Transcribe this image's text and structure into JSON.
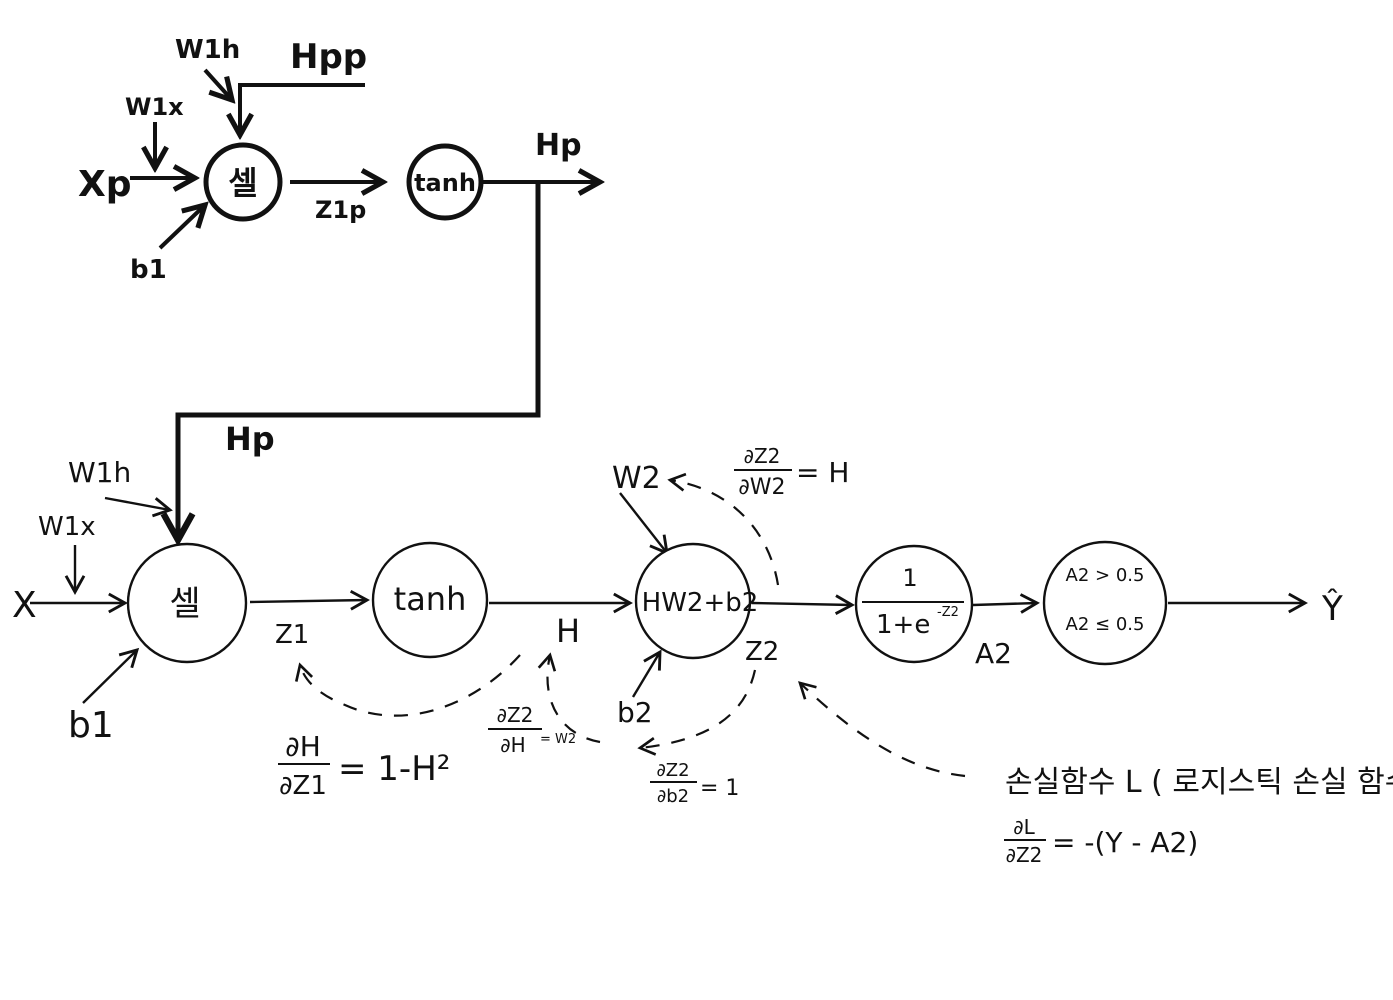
{
  "top_cell": {
    "w1h": "W1h",
    "hpp": "Hpp",
    "w1x": "W1x",
    "xp": "Xp",
    "cell": "셀",
    "b1": "b1",
    "z1p": "Z1p",
    "tanh": "tanh",
    "hp": "Hp"
  },
  "hp_link": "Hp",
  "bottom": {
    "w1h": "W1h",
    "w1x": "W1x",
    "x": "X",
    "b1": "b1",
    "cell": "셀",
    "z1": "Z1",
    "tanh": "tanh",
    "h": "H",
    "w2": "W2",
    "linear": "HW2+b2",
    "b2": "b2",
    "z2": "Z2",
    "sigmoid_num": "1",
    "sigmoid_den": "1+e",
    "sigmoid_exp": "-Z2",
    "a2": "A2",
    "threshold_1": "A2 > 0.5",
    "threshold_2": "A2 ≤ 0.5",
    "y_hat": "Ŷ"
  },
  "derivatives": {
    "dz2_dw2_num": "∂Z2",
    "dz2_dw2_den": "∂W2",
    "dz2_dw2_val": "= H",
    "dh_dz1_num": "∂H",
    "dh_dz1_den": "∂Z1",
    "dh_dz1_val": "= 1-H²",
    "dz2_dh_num": "∂Z2",
    "dz2_dh_den": "∂H",
    "dz2_dh_val": "= W2",
    "dz2_db2_num": "∂Z2",
    "dz2_db2_den": "∂b2",
    "dz2_db2_val": "= 1",
    "dl_dz2_num": "∂L",
    "dl_dz2_den": "∂Z2",
    "dl_dz2_val": "= -(Y - A2)"
  },
  "loss": {
    "label": "손실함수 L ( 로지스틱 손실 함수 )"
  },
  "colors": {
    "ink": "#111111",
    "background": "#ffffff"
  }
}
